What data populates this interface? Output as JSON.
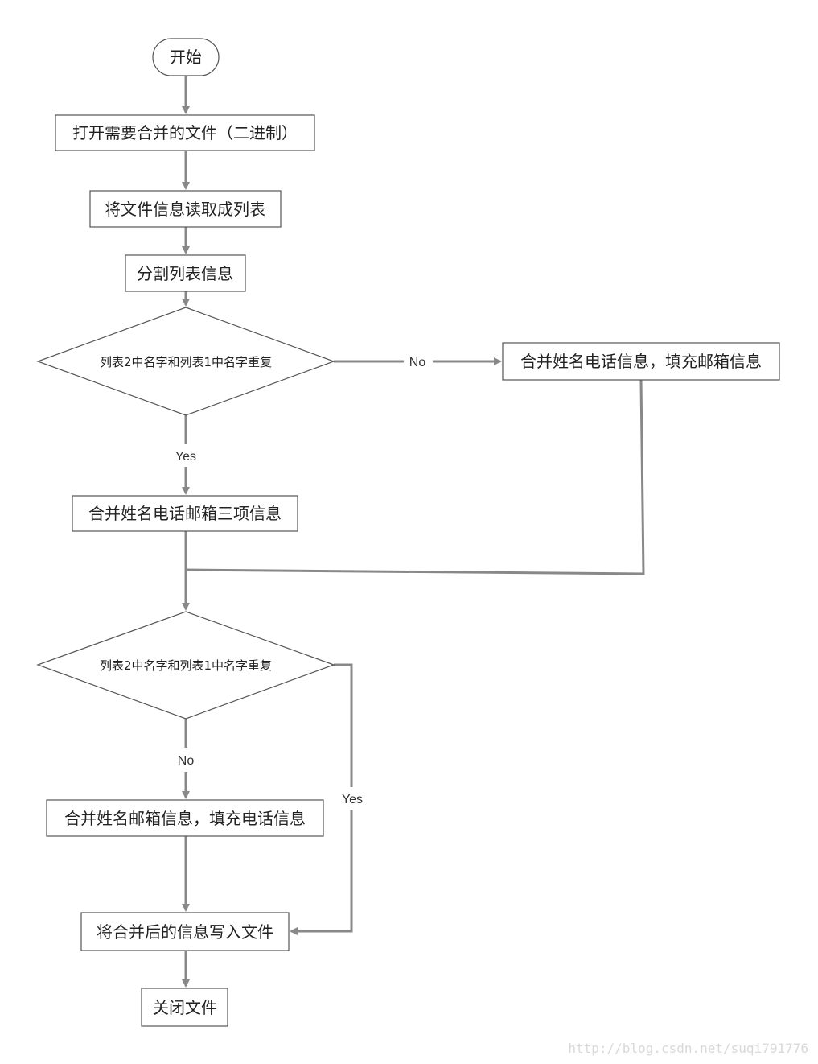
{
  "nodes": {
    "start": "开始",
    "open_file": "打开需要合并的文件（二进制）",
    "read_list": "将文件信息读取成列表",
    "split_list": "分割列表信息",
    "decision1": "列表2中名字和列表1中名字重复",
    "merge_fill_email": "合并姓名电话信息，填充邮箱信息",
    "merge_three": "合并姓名电话邮箱三项信息",
    "decision2": "列表2中名字和列表1中名字重复",
    "merge_fill_phone": "合并姓名邮箱信息，填充电话信息",
    "write_file": "将合并后的信息写入文件",
    "close_file": "关闭文件"
  },
  "edges": {
    "d1_no": "No",
    "d1_yes": "Yes",
    "d2_no": "No",
    "d2_yes": "Yes"
  },
  "watermark": "http://blog.csdn.net/suqi791776",
  "colors": {
    "line": "#888888",
    "border": "#555555",
    "text": "#222222"
  }
}
